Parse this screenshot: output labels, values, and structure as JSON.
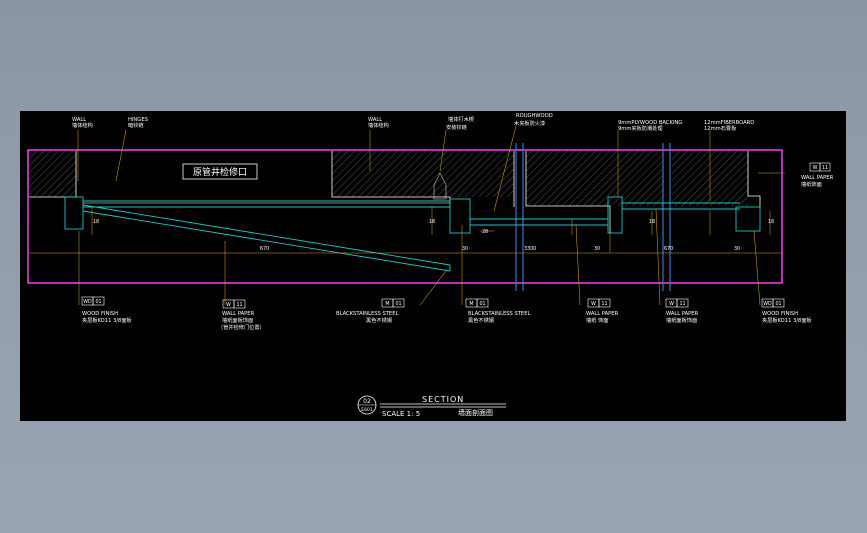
{
  "colors": {
    "background": "#000000",
    "border": "#e040e0",
    "leader": "#d6a21e",
    "wall": "#ffffff",
    "panel": "#22c5c5",
    "text": "#ffffff",
    "tag_box": "#ffffff",
    "dimension": "#d6a21e",
    "column": "#3d7fd0"
  },
  "room_label": "原管井检修口",
  "annotations": {
    "top": [
      {
        "id": "wall-1",
        "line1": "WALL",
        "line2": "墙体结构"
      },
      {
        "id": "hinges",
        "line1": "HINGES",
        "line2": "暗铰链"
      },
      {
        "id": "wall-2",
        "line1": "WALL",
        "line2": "墙体结构"
      },
      {
        "id": "timber",
        "line1": "",
        "line2": "墙体打木楔",
        "line3": "安装铰链"
      },
      {
        "id": "roughwood",
        "line1": "ROUGHWOOD",
        "line2": "木夹板防火漆"
      },
      {
        "id": "plywood",
        "line1": "9mmPLYWOOD BACKING",
        "line2": "9mm夹板防潮处理"
      },
      {
        "id": "fiberboard",
        "line1": "12mmFIBERBOARD",
        "line2": "12mm石膏板"
      }
    ],
    "right": {
      "tag_left": "W",
      "tag_right": "11",
      "line1": "WALL PAPER",
      "line2": "墙纸饰面"
    },
    "bottom": [
      {
        "id": "wood-finish-left",
        "tag_left": "WD",
        "tag_right": "01",
        "line1": "WOOD FINISH",
        "line2": "夹层板KO11 3/8面板"
      },
      {
        "id": "wallpaper-door",
        "tag_left": "W",
        "tag_right": "11",
        "line1": "WALL PAPER",
        "line2": "墙纸面板饰面",
        "line3": "（管井检修门位置）"
      },
      {
        "id": "steel-door",
        "tag_left": "M",
        "tag_right": "01",
        "line1": "BLACKSTAINLESS STEEL",
        "line2": "黑色不锈钢"
      },
      {
        "id": "steel-strip",
        "tag_left": "M",
        "tag_right": "01",
        "line1": "BLACKSTAINLESS STEEL",
        "line2": "黑色不锈钢"
      },
      {
        "id": "wallpaper-mid",
        "tag_left": "W",
        "tag_right": "11",
        "line1": "WALL PAPER",
        "line2": "墙纸 饰面"
      },
      {
        "id": "wallpaper-right",
        "tag_left": "W",
        "tag_right": "11",
        "line1": "WALL PAPER",
        "line2": "墙纸面板饰面"
      },
      {
        "id": "wood-finish-right",
        "tag_left": "WD",
        "tag_right": "01",
        "line1": "WOOD FINISH",
        "line2": "夹层板KO11 3/8面板"
      }
    ]
  },
  "dimensions": {
    "depth_small": "18",
    "depth_mid": "18",
    "depth_right": "18",
    "depth_far": "18",
    "span_left": "670",
    "gap": "30",
    "span_mid": "3300",
    "gap_b": "30",
    "span_right": "670",
    "gap_c": "30",
    "small_offset": "28"
  },
  "title": {
    "bubble_num": "02",
    "bubble_ref": "E601",
    "heading": "SECTION",
    "scale": "SCALE 1: 5",
    "subtitle": "墙面剖面图"
  }
}
